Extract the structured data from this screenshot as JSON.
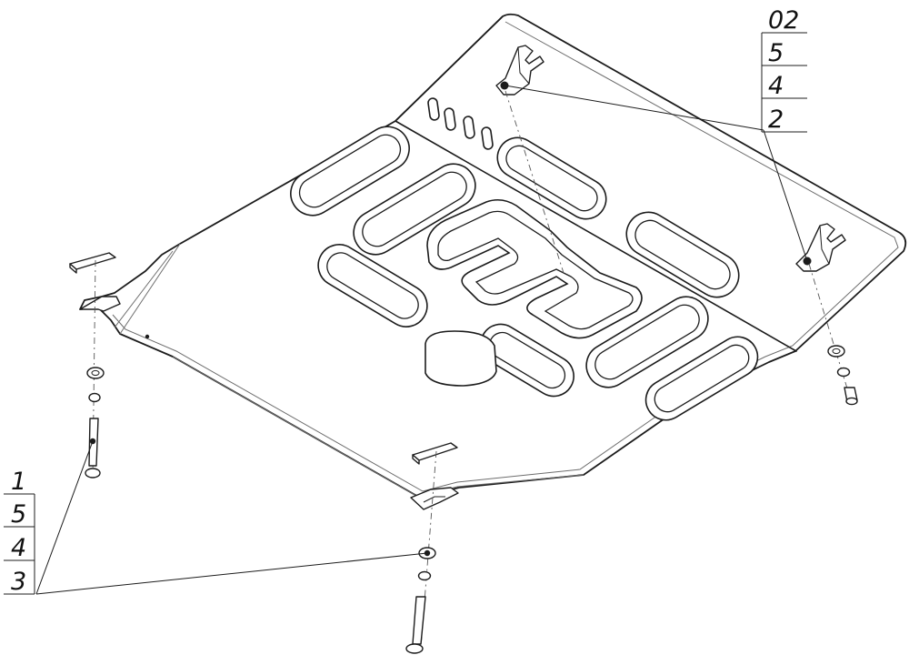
{
  "callout_right": {
    "rows": [
      "02",
      "5",
      "4",
      "2"
    ]
  },
  "callout_left": {
    "rows": [
      "1",
      "5",
      "4",
      "3"
    ]
  }
}
